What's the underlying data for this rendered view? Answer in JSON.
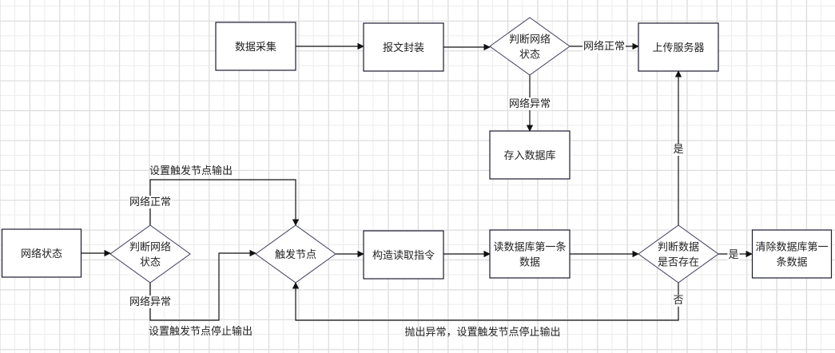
{
  "nodes": {
    "data_collect": {
      "label": [
        "数据采集"
      ],
      "shape": "rect"
    },
    "packet_encap": {
      "label": [
        "报文封装"
      ],
      "shape": "rect"
    },
    "judge_net_top": {
      "label": [
        "判断网络",
        "状态"
      ],
      "shape": "diamond"
    },
    "upload_server": {
      "label": [
        "上传服务器"
      ],
      "shape": "rect"
    },
    "store_db": {
      "label": [
        "存入数据库"
      ],
      "shape": "rect"
    },
    "net_status": {
      "label": [
        "网络状态"
      ],
      "shape": "rect"
    },
    "judge_net_bottom": {
      "label": [
        "判断网络",
        "状态"
      ],
      "shape": "diamond"
    },
    "trigger_node": {
      "label": [
        "触发节点"
      ],
      "shape": "diamond"
    },
    "build_read_cmd": {
      "label": [
        "构造读取指令"
      ],
      "shape": "rect"
    },
    "read_first_record": {
      "label": [
        "读数据库第一条",
        "数据"
      ],
      "shape": "rect"
    },
    "judge_data_exists": {
      "label": [
        "判断数据",
        "是否存在"
      ],
      "shape": "diamond"
    },
    "clear_first_record": {
      "label": [
        "清除数据库第一",
        "条数据"
      ],
      "shape": "rect"
    }
  },
  "edges": [
    {
      "from": "data_collect",
      "to": "packet_encap",
      "label": ""
    },
    {
      "from": "packet_encap",
      "to": "judge_net_top",
      "label": ""
    },
    {
      "from": "judge_net_top",
      "to": "upload_server",
      "label": "网络正常"
    },
    {
      "from": "judge_net_top",
      "to": "store_db",
      "label": "网络异常"
    },
    {
      "from": "net_status",
      "to": "judge_net_bottom",
      "label": ""
    },
    {
      "from": "judge_net_bottom",
      "to": "trigger_node",
      "label": "网络正常",
      "label2": "设置触发节点输出"
    },
    {
      "from": "judge_net_bottom",
      "to": "trigger_node",
      "label": "网络异常",
      "label2": "设置触发节点停止输出"
    },
    {
      "from": "trigger_node",
      "to": "build_read_cmd",
      "label": ""
    },
    {
      "from": "build_read_cmd",
      "to": "read_first_record",
      "label": ""
    },
    {
      "from": "read_first_record",
      "to": "judge_data_exists",
      "label": ""
    },
    {
      "from": "judge_data_exists",
      "to": "clear_first_record",
      "label": "是"
    },
    {
      "from": "judge_data_exists",
      "to": "upload_server",
      "label": "是"
    },
    {
      "from": "judge_data_exists",
      "to": "trigger_node",
      "label": "否",
      "label2": "抛出异常，设置触发节点停止输出"
    }
  ],
  "colors": {
    "box_stroke": "#1b1b33",
    "diamond_stroke": "#3c3c5c",
    "edge": "#111111",
    "text": "#222222"
  }
}
